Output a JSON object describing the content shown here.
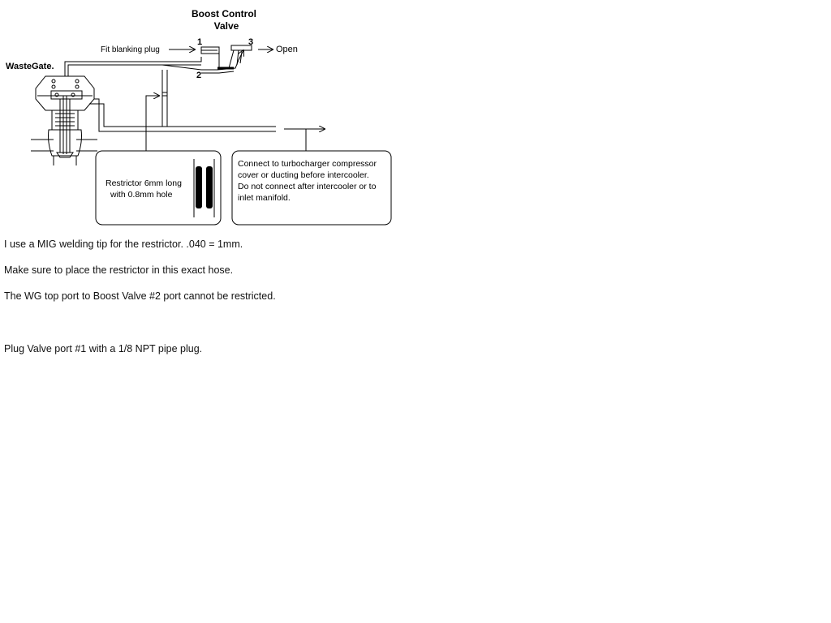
{
  "diagram": {
    "valve_title_line1": "Boost Control",
    "valve_title_line2": "Valve",
    "wastegate_label": "WasteGate.",
    "blanking_plug_label": "Fit blanking plug",
    "port1": "1",
    "port2": "2",
    "port3": "3",
    "open_label": "Open",
    "restrictor_box": {
      "line1": "Restrictor 6mm long",
      "line2": "with 0.8mm hole"
    },
    "connect_box": {
      "line1": "Connect to turbocharger compressor",
      "line2": "cover or ducting before intercooler.",
      "line3": "Do not connect after intercooler or to",
      "line4": "inlet manifold."
    }
  },
  "notes": {
    "note1": "I use a MIG welding tip for the restrictor. .040 = 1mm.",
    "note2": "Make sure to place the restrictor in this exact hose.",
    "note3": "The WG top port to Boost Valve #2 port cannot be restricted.",
    "note4": "Plug Valve port #1 with a 1/8 NPT pipe plug."
  }
}
